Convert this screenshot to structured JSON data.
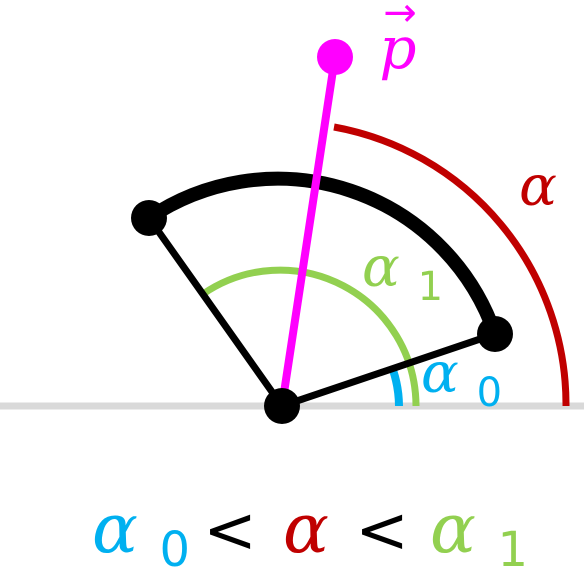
{
  "colors": {
    "black": "#000000",
    "magenta": "#ff00ff",
    "red": "#c00000",
    "green": "#92d050",
    "blue": "#00b0f0",
    "baseline": "#d9d9d9"
  },
  "labels": {
    "p_symbol": "p",
    "p_arrow": "→",
    "alpha": "α",
    "alpha0_base": "α",
    "alpha0_sub": "0",
    "alpha1_base": "α",
    "alpha1_sub": "1"
  },
  "equation": {
    "a0_base": "α",
    "a0_sub": "0",
    "lt1": "<",
    "a_base": "α",
    "lt2": "<",
    "a1_base": "α",
    "a1_sub": "1"
  }
}
